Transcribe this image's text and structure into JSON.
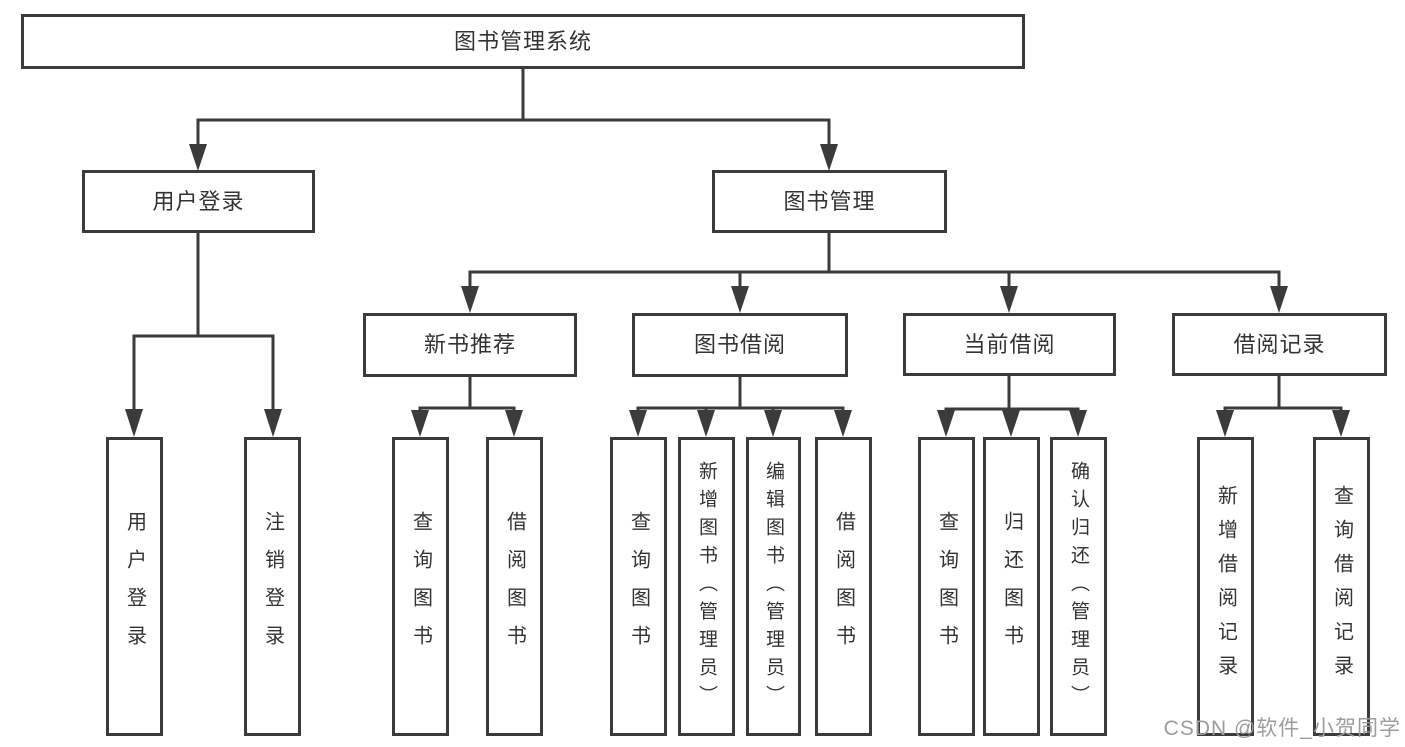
{
  "diagram": {
    "root": {
      "label": "图书管理系统"
    },
    "branches": [
      {
        "label": "用户登录",
        "children": [
          {
            "label": "用户登录"
          },
          {
            "label": "注销登录"
          }
        ]
      },
      {
        "label": "图书管理",
        "children": [
          {
            "label": "新书推荐",
            "children": [
              {
                "label": "查询图书"
              },
              {
                "label": "借阅图书"
              }
            ]
          },
          {
            "label": "图书借阅",
            "children": [
              {
                "label": "查询图书"
              },
              {
                "label": "新增图书（管理员）"
              },
              {
                "label": "编辑图书（管理员）"
              },
              {
                "label": "借阅图书"
              }
            ]
          },
          {
            "label": "当前借阅",
            "children": [
              {
                "label": "查询图书"
              },
              {
                "label": "归还图书"
              },
              {
                "label": "确认归还（管理员）"
              }
            ]
          },
          {
            "label": "借阅记录",
            "children": [
              {
                "label": "新增借阅记录"
              },
              {
                "label": "查询借阅记录"
              }
            ]
          }
        ]
      }
    ],
    "watermark": "CSDN @软件_小贺同学"
  },
  "colors": {
    "line": "#3b3b3b",
    "text": "#333333",
    "watermark": "#9c9c9c",
    "background": "#ffffff"
  }
}
